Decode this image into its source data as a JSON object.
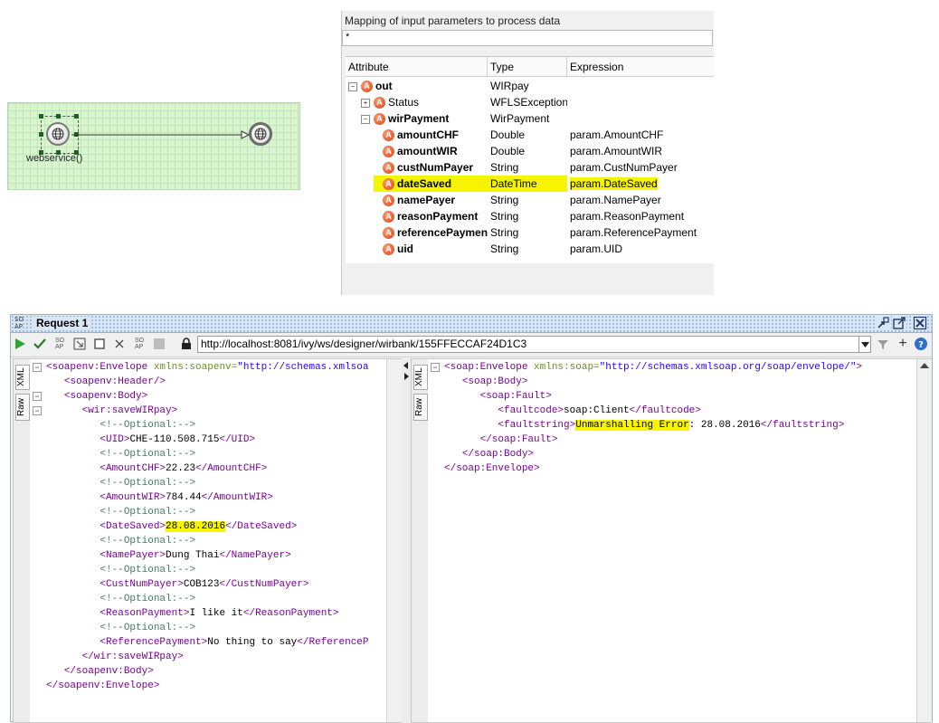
{
  "diagram": {
    "start_label": "webservice()"
  },
  "mapping": {
    "title": "Mapping of input parameters to process data",
    "filter_value": "*",
    "columns": [
      "Attribute",
      "Type",
      "Expression"
    ],
    "rows": [
      {
        "indent": 0,
        "toggle": "−",
        "name": "out",
        "type": "WIRpay",
        "expr": "",
        "bold": true
      },
      {
        "indent": 1,
        "toggle": "+",
        "name": "Status",
        "type": "WFLSException",
        "expr": "",
        "bold": false
      },
      {
        "indent": 1,
        "toggle": "−",
        "name": "wirPayment",
        "type": "WirPayment",
        "expr": "",
        "bold": true
      },
      {
        "indent": 2,
        "toggle": "",
        "name": "amountCHF",
        "type": "Double",
        "expr": "param.AmountCHF",
        "bold": true
      },
      {
        "indent": 2,
        "toggle": "",
        "name": "amountWIR",
        "type": "Double",
        "expr": "param.AmountWIR",
        "bold": true
      },
      {
        "indent": 2,
        "toggle": "",
        "name": "custNumPayer",
        "type": "String",
        "expr": "param.CustNumPayer",
        "bold": true
      },
      {
        "indent": 2,
        "toggle": "",
        "name": "dateSaved",
        "type": "DateTime",
        "expr": "param.DateSaved",
        "bold": true,
        "highlight": true
      },
      {
        "indent": 2,
        "toggle": "",
        "name": "namePayer",
        "type": "String",
        "expr": "param.NamePayer",
        "bold": true
      },
      {
        "indent": 2,
        "toggle": "",
        "name": "reasonPayment",
        "type": "String",
        "expr": "param.ReasonPayment",
        "bold": true
      },
      {
        "indent": 2,
        "toggle": "",
        "name": "referencePaymen",
        "type": "String",
        "expr": "param.ReferencePayment",
        "bold": true
      },
      {
        "indent": 2,
        "toggle": "",
        "name": "uid",
        "type": "String",
        "expr": "param.UID",
        "bold": true
      }
    ]
  },
  "soap": {
    "title": "Request 1",
    "url": "http://localhost:8081/ivy/ws/designer/wirbank/155FFECCAF24D1C3",
    "tabs": {
      "xml": "XML",
      "raw": "Raw"
    },
    "request_lines": [
      [
        {
          "c": "tag",
          "t": "<soapenv:Envelope "
        },
        {
          "c": "attr",
          "t": "xmlns:soapenv="
        },
        {
          "c": "aval",
          "t": "\"http://schemas.xmlsoa"
        }
      ],
      [
        {
          "c": "txt",
          "t": "   "
        },
        {
          "c": "tag",
          "t": "<soapenv:Header/>"
        }
      ],
      [
        {
          "c": "txt",
          "t": "   "
        },
        {
          "c": "tag",
          "t": "<soapenv:Body>"
        }
      ],
      [
        {
          "c": "txt",
          "t": "      "
        },
        {
          "c": "tag",
          "t": "<wir:saveWIRpay>"
        }
      ],
      [
        {
          "c": "txt",
          "t": "         "
        },
        {
          "c": "cmt",
          "t": "<!--Optional:-->"
        }
      ],
      [
        {
          "c": "txt",
          "t": "         "
        },
        {
          "c": "tag",
          "t": "<UID>"
        },
        {
          "c": "txt",
          "t": "CHE-110.508.715"
        },
        {
          "c": "tag",
          "t": "</UID>"
        }
      ],
      [
        {
          "c": "txt",
          "t": "         "
        },
        {
          "c": "cmt",
          "t": "<!--Optional:-->"
        }
      ],
      [
        {
          "c": "txt",
          "t": "         "
        },
        {
          "c": "tag",
          "t": "<AmountCHF>"
        },
        {
          "c": "txt",
          "t": "22.23"
        },
        {
          "c": "tag",
          "t": "</AmountCHF>"
        }
      ],
      [
        {
          "c": "txt",
          "t": "         "
        },
        {
          "c": "cmt",
          "t": "<!--Optional:-->"
        }
      ],
      [
        {
          "c": "txt",
          "t": "         "
        },
        {
          "c": "tag",
          "t": "<AmountWIR>"
        },
        {
          "c": "txt",
          "t": "784.44"
        },
        {
          "c": "tag",
          "t": "</AmountWIR>"
        }
      ],
      [
        {
          "c": "txt",
          "t": "         "
        },
        {
          "c": "cmt",
          "t": "<!--Optional:-->"
        }
      ],
      [
        {
          "c": "txt",
          "t": "         "
        },
        {
          "c": "tag",
          "t": "<DateSaved>"
        },
        {
          "c": "txt hl",
          "t": "28.08.2016"
        },
        {
          "c": "tag",
          "t": "</DateSaved>"
        }
      ],
      [
        {
          "c": "txt",
          "t": "         "
        },
        {
          "c": "cmt",
          "t": "<!--Optional:-->"
        }
      ],
      [
        {
          "c": "txt",
          "t": "         "
        },
        {
          "c": "tag",
          "t": "<NamePayer>"
        },
        {
          "c": "txt",
          "t": "Dung Thai"
        },
        {
          "c": "tag",
          "t": "</NamePayer>"
        }
      ],
      [
        {
          "c": "txt",
          "t": "         "
        },
        {
          "c": "cmt",
          "t": "<!--Optional:-->"
        }
      ],
      [
        {
          "c": "txt",
          "t": "         "
        },
        {
          "c": "tag",
          "t": "<CustNumPayer>"
        },
        {
          "c": "txt",
          "t": "COB123"
        },
        {
          "c": "tag",
          "t": "</CustNumPayer>"
        }
      ],
      [
        {
          "c": "txt",
          "t": "         "
        },
        {
          "c": "cmt",
          "t": "<!--Optional:-->"
        }
      ],
      [
        {
          "c": "txt",
          "t": "         "
        },
        {
          "c": "tag",
          "t": "<ReasonPayment>"
        },
        {
          "c": "txt",
          "t": "I like it"
        },
        {
          "c": "tag",
          "t": "</ReasonPayment>"
        }
      ],
      [
        {
          "c": "txt",
          "t": "         "
        },
        {
          "c": "cmt",
          "t": "<!--Optional:-->"
        }
      ],
      [
        {
          "c": "txt",
          "t": "         "
        },
        {
          "c": "tag",
          "t": "<ReferencePayment>"
        },
        {
          "c": "txt",
          "t": "No thing to say"
        },
        {
          "c": "tag",
          "t": "</ReferenceP"
        }
      ],
      [
        {
          "c": "txt",
          "t": "      "
        },
        {
          "c": "tag",
          "t": "</wir:saveWIRpay>"
        }
      ],
      [
        {
          "c": "txt",
          "t": "   "
        },
        {
          "c": "tag",
          "t": "</soapenv:Body>"
        }
      ],
      [
        {
          "c": "tag",
          "t": "</soapenv:Envelope>"
        }
      ]
    ],
    "response_lines": [
      [
        {
          "c": "tag",
          "t": "<soap:Envelope "
        },
        {
          "c": "attr",
          "t": "xmlns:soap="
        },
        {
          "c": "aval",
          "t": "\"http://schemas.xmlsoap.org/soap/envelope/\""
        },
        {
          "c": "tag",
          "t": ">"
        }
      ],
      [
        {
          "c": "txt",
          "t": "   "
        },
        {
          "c": "tag",
          "t": "<soap:Body>"
        }
      ],
      [
        {
          "c": "txt",
          "t": "      "
        },
        {
          "c": "tag",
          "t": "<soap:Fault>"
        }
      ],
      [
        {
          "c": "txt",
          "t": "         "
        },
        {
          "c": "tag",
          "t": "<faultcode>"
        },
        {
          "c": "txt",
          "t": "soap:Client"
        },
        {
          "c": "tag",
          "t": "</faultcode>"
        }
      ],
      [
        {
          "c": "txt",
          "t": "         "
        },
        {
          "c": "tag",
          "t": "<faultstring>"
        },
        {
          "c": "txt hl",
          "t": "Unmarshalling Error"
        },
        {
          "c": "txt",
          "t": ": 28.08.2016"
        },
        {
          "c": "tag",
          "t": "</faultstring>"
        }
      ],
      [
        {
          "c": "txt",
          "t": "      "
        },
        {
          "c": "tag",
          "t": "</soap:Fault>"
        }
      ],
      [
        {
          "c": "txt",
          "t": "   "
        },
        {
          "c": "tag",
          "t": "</soap:Body>"
        }
      ],
      [
        {
          "c": "tag",
          "t": "</soap:Envelope>"
        }
      ]
    ]
  }
}
